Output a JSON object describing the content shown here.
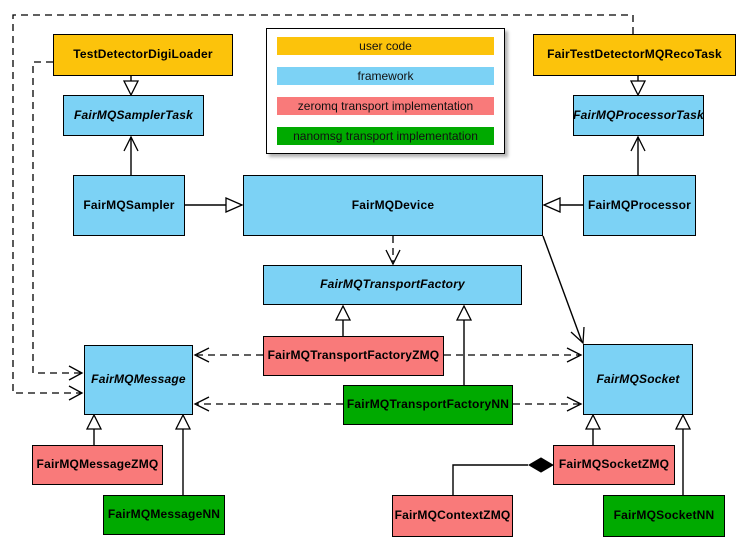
{
  "diagram": {
    "legend": {
      "items": [
        {
          "label": "user code",
          "color": "#FCC30B"
        },
        {
          "label": "framework",
          "color": "#7CD2F5"
        },
        {
          "label": "zeromq transport implementation",
          "color": "#F97A7A"
        },
        {
          "label": "nanomsg transport implementation",
          "color": "#00AA00"
        }
      ]
    },
    "nodes": {
      "testDetectorDigiLoader": {
        "label": "TestDetectorDigiLoader",
        "category": "user code",
        "abstract": false
      },
      "fairTestDetectorMQRecoTask": {
        "label": "FairTestDetectorMQRecoTask",
        "category": "user code",
        "abstract": false
      },
      "fairMQSamplerTask": {
        "label": "FairMQSamplerTask",
        "category": "framework",
        "abstract": true
      },
      "fairMQProcessorTask": {
        "label": "FairMQProcessorTask",
        "category": "framework",
        "abstract": true
      },
      "fairMQSampler": {
        "label": "FairMQSampler",
        "category": "framework",
        "abstract": false
      },
      "fairMQDevice": {
        "label": "FairMQDevice",
        "category": "framework",
        "abstract": false
      },
      "fairMQProcessor": {
        "label": "FairMQProcessor",
        "category": "framework",
        "abstract": false
      },
      "fairMQTransportFactory": {
        "label": "FairMQTransportFactory",
        "category": "framework",
        "abstract": true
      },
      "fairMQTransportFactoryZMQ": {
        "label": "FairMQTransportFactoryZMQ",
        "category": "zeromq transport implementation",
        "abstract": false
      },
      "fairMQTransportFactoryNN": {
        "label": "FairMQTransportFactoryNN",
        "category": "nanomsg transport implementation",
        "abstract": false
      },
      "fairMQMessage": {
        "label": "FairMQMessage",
        "category": "framework",
        "abstract": true
      },
      "fairMQSocket": {
        "label": "FairMQSocket",
        "category": "framework",
        "abstract": true
      },
      "fairMQMessageZMQ": {
        "label": "FairMQMessageZMQ",
        "category": "zeromq transport implementation",
        "abstract": false
      },
      "fairMQMessageNN": {
        "label": "FairMQMessageNN",
        "category": "nanomsg transport implementation",
        "abstract": false
      },
      "fairMQContextZMQ": {
        "label": "FairMQContextZMQ",
        "category": "zeromq transport implementation",
        "abstract": false
      },
      "fairMQSocketZMQ": {
        "label": "FairMQSocketZMQ",
        "category": "zeromq transport implementation",
        "abstract": false
      },
      "fairMQSocketNN": {
        "label": "FairMQSocketNN",
        "category": "nanomsg transport implementation",
        "abstract": false
      }
    }
  }
}
